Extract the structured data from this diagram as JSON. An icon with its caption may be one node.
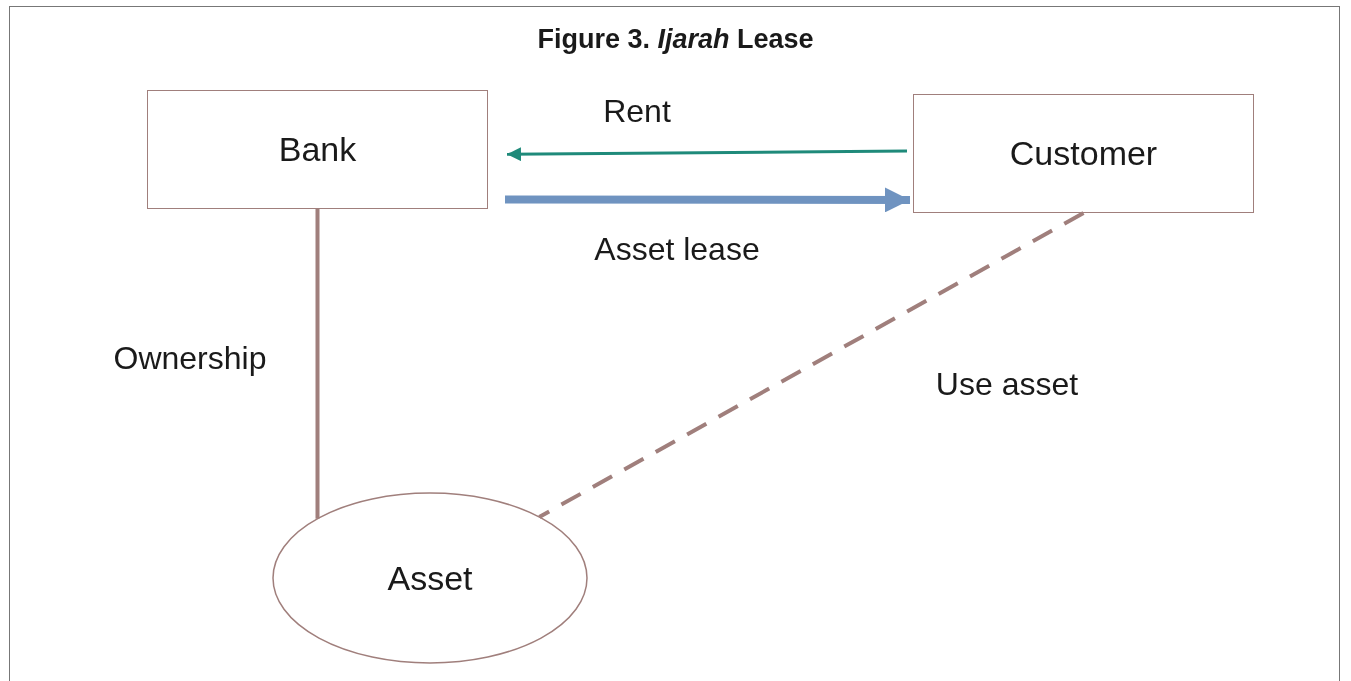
{
  "diagram": {
    "title": "Figure 3. *Ijarah* Lease",
    "nodes": [
      {
        "text": [
          "Bank"
        ]
      },
      {
        "text": [
          "Customer"
        ]
      },
      {
        "text": [
          "Asset"
        ]
      }
    ],
    "edges": [
      {
        "from": 1,
        "to": 0,
        "arrow": "to",
        "label": "Rent",
        "color": "#1f8a7a"
      },
      {
        "from": 0,
        "to": 1,
        "arrow": "to",
        "label": "Asset lease",
        "style": "thick",
        "color": "#6f93c0"
      },
      {
        "from": 0,
        "to": 2,
        "arrow": "none",
        "label": "Ownership"
      },
      {
        "from": 1,
        "to": 2,
        "arrow": "none",
        "label": "Use asset",
        "style": "dashed"
      }
    ]
  }
}
